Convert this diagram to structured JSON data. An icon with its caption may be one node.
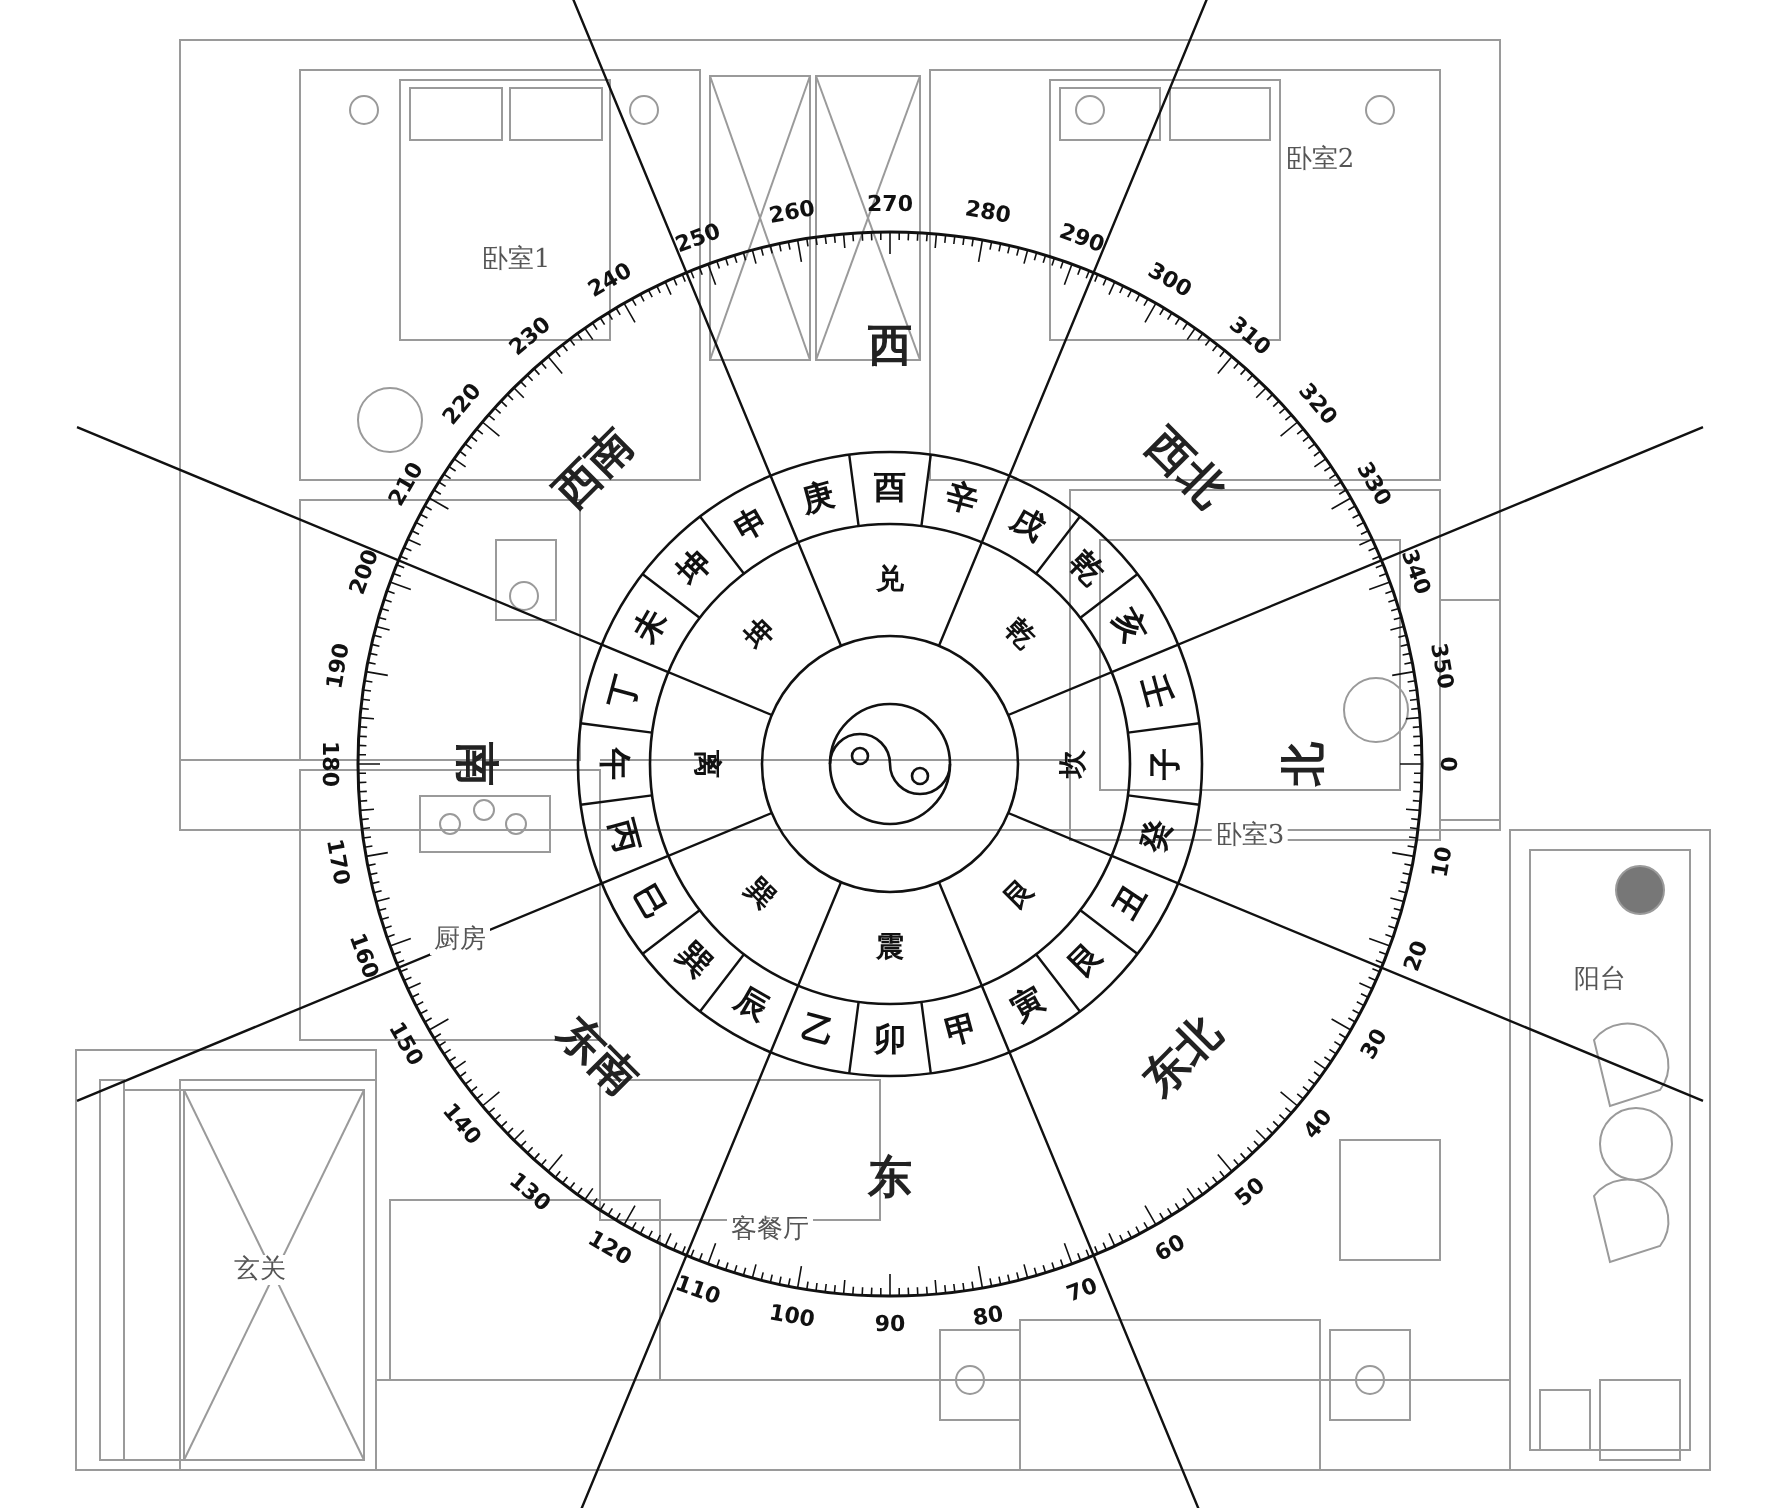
{
  "diagram": {
    "labels": [
      "卧室1",
      "卧室2",
      "卧室3",
      "厨房",
      "客餐厅",
      "玄关",
      "阳台",
      "0",
      "10",
      "20",
      "30",
      "40",
      "50",
      "60",
      "70",
      "80",
      "90",
      "100",
      "110",
      "120",
      "130",
      "140",
      "150",
      "160",
      "170",
      "180",
      "190",
      "200",
      "210",
      "220",
      "230",
      "240",
      "250",
      "260",
      "270",
      "280",
      "290",
      "300",
      "310",
      "320",
      "330",
      "340",
      "350",
      "北",
      "东北",
      "东",
      "东南",
      "南",
      "西南",
      "西",
      "西北",
      "子",
      "癸",
      "丑",
      "艮",
      "寅",
      "甲",
      "卯",
      "乙",
      "辰",
      "巽",
      "巳",
      "丙",
      "午",
      "丁",
      "未",
      "坤",
      "申",
      "庚",
      "酉",
      "辛",
      "戌",
      "乾",
      "亥",
      "壬",
      "坎",
      "艮",
      "震",
      "巽",
      "离",
      "坤",
      "兑",
      "乾"
    ]
  }
}
